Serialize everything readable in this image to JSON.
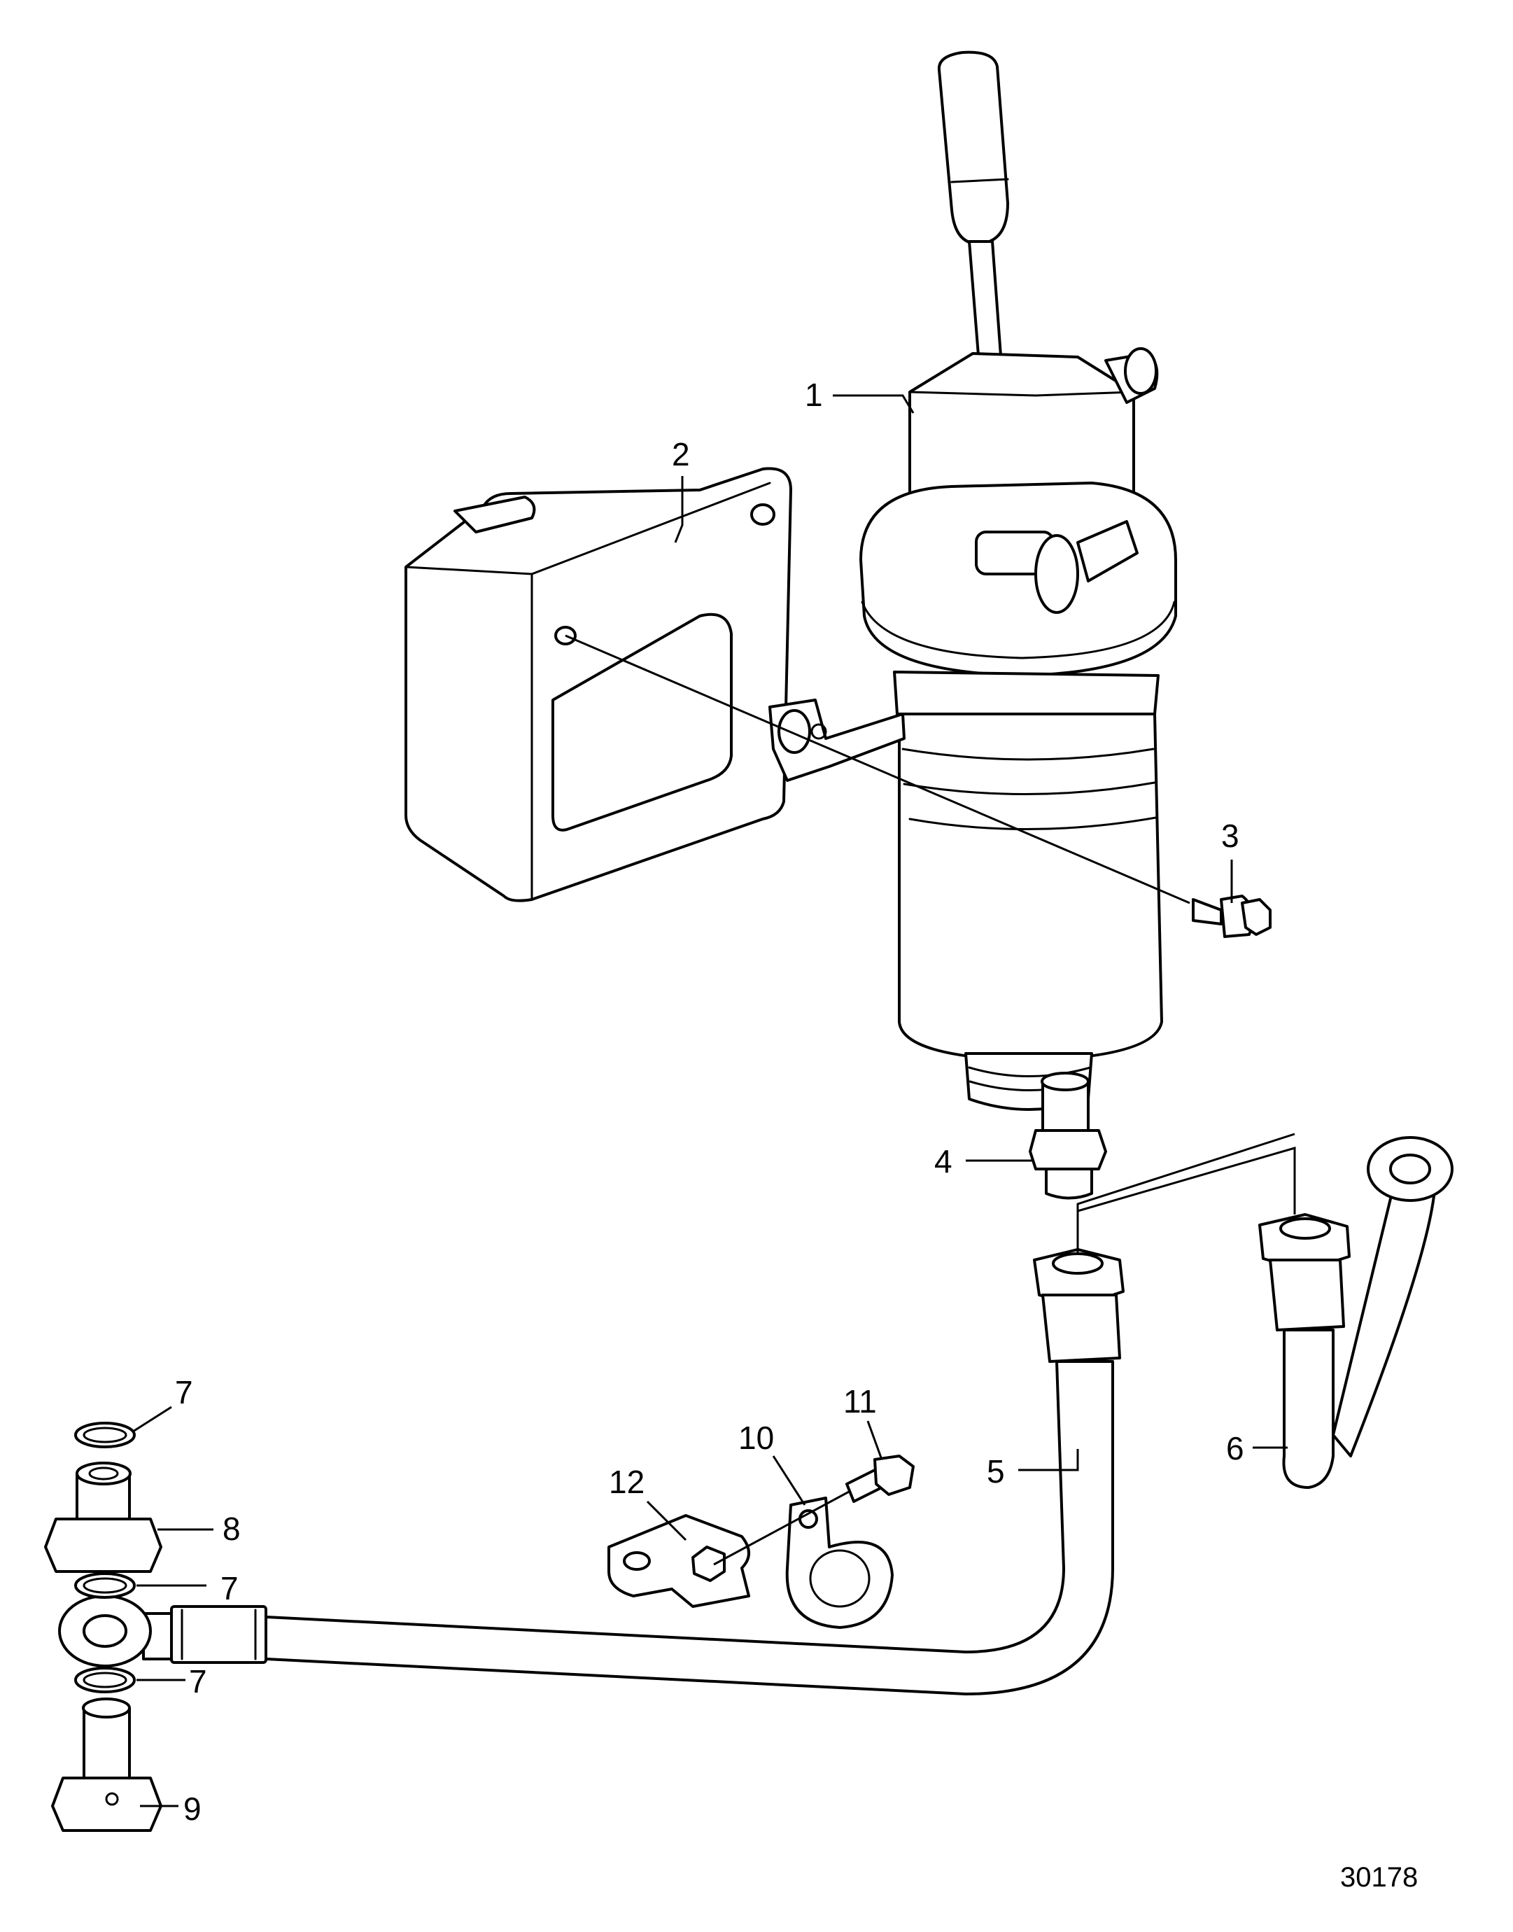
{
  "figure_number": "30178",
  "callouts": {
    "c1": "1",
    "c2": "2",
    "c3": "3",
    "c4": "4",
    "c5": "5",
    "c6": "6",
    "c7a": "7",
    "c7b": "7",
    "c7c": "7",
    "c8": "8",
    "c9": "9",
    "c10": "10",
    "c11": "11",
    "c12": "12"
  },
  "colors": {
    "line": "#000000",
    "background": "#ffffff"
  }
}
